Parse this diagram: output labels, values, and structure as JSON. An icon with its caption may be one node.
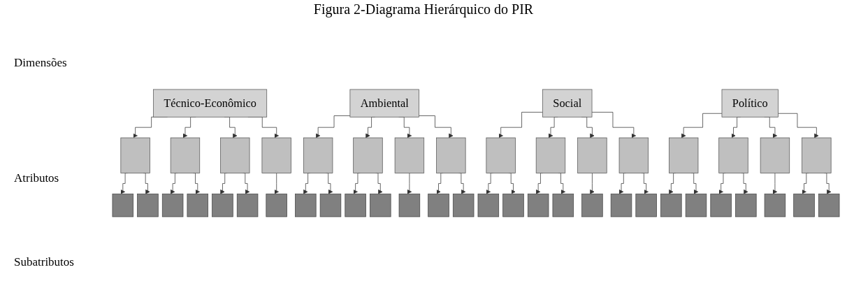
{
  "diagram": {
    "title": "Figura 2-Diagrama Hierárquico do PIR",
    "nodes": [
      {
        "text": [
          "Técnico-Econômico"
        ]
      },
      {
        "text": [
          "Ambiental"
        ]
      },
      {
        "text": [
          "Social"
        ]
      },
      {
        "text": [
          "Político"
        ]
      },
      {
        "text": [],
        "shape": "box"
      },
      {
        "text": [],
        "shape": "box"
      },
      {
        "text": [],
        "shape": "box"
      },
      {
        "text": [],
        "shape": "box"
      },
      {
        "text": [],
        "shape": "box"
      },
      {
        "text": [],
        "shape": "box"
      },
      {
        "text": [],
        "shape": "box"
      },
      {
        "text": [],
        "shape": "box"
      },
      {
        "text": [],
        "shape": "box"
      },
      {
        "text": [],
        "shape": "box"
      },
      {
        "text": [],
        "shape": "box"
      },
      {
        "text": [],
        "shape": "box"
      },
      {
        "text": [],
        "shape": "box"
      },
      {
        "text": [],
        "shape": "box"
      },
      {
        "text": [],
        "shape": "box"
      },
      {
        "text": [],
        "shape": "box"
      },
      {
        "text": [],
        "shape": "box"
      },
      {
        "text": [],
        "shape": "box"
      },
      {
        "text": [],
        "shape": "box"
      },
      {
        "text": [],
        "shape": "box"
      },
      {
        "text": [],
        "shape": "box"
      },
      {
        "text": [],
        "shape": "box"
      },
      {
        "text": [],
        "shape": "box"
      },
      {
        "text": [],
        "shape": "box"
      },
      {
        "text": [],
        "shape": "box"
      },
      {
        "text": [],
        "shape": "box"
      },
      {
        "text": [],
        "shape": "box"
      },
      {
        "text": [],
        "shape": "box"
      },
      {
        "text": [],
        "shape": "box"
      },
      {
        "text": [],
        "shape": "box"
      },
      {
        "text": [],
        "shape": "box"
      },
      {
        "text": [],
        "shape": "box"
      },
      {
        "text": [],
        "shape": "box"
      },
      {
        "text": [],
        "shape": "box"
      },
      {
        "text": [],
        "shape": "box"
      },
      {
        "text": [],
        "shape": "box"
      },
      {
        "text": [],
        "shape": "box"
      },
      {
        "text": [],
        "shape": "box"
      },
      {
        "text": [],
        "shape": "box"
      },
      {
        "text": [],
        "shape": "box"
      },
      {
        "text": [],
        "shape": "box"
      },
      {
        "text": [],
        "shape": "box"
      },
      {
        "text": [],
        "shape": "box"
      },
      {
        "text": [],
        "shape": "box"
      }
    ],
    "edges": [
      {
        "from": 0,
        "to": 4,
        "arrow": "to"
      },
      {
        "from": 0,
        "to": 5,
        "arrow": "to"
      },
      {
        "from": 0,
        "to": 6,
        "arrow": "to"
      },
      {
        "from": 0,
        "to": 7,
        "arrow": "to"
      },
      {
        "from": 1,
        "to": 8,
        "arrow": "to"
      },
      {
        "from": 1,
        "to": 9,
        "arrow": "to"
      },
      {
        "from": 1,
        "to": 10,
        "arrow": "to"
      },
      {
        "from": 1,
        "to": 11,
        "arrow": "to"
      },
      {
        "from": 2,
        "to": 12,
        "arrow": "to"
      },
      {
        "from": 2,
        "to": 13,
        "arrow": "to"
      },
      {
        "from": 2,
        "to": 14,
        "arrow": "to"
      },
      {
        "from": 2,
        "to": 15,
        "arrow": "to"
      },
      {
        "from": 3,
        "to": 16,
        "arrow": "to"
      },
      {
        "from": 3,
        "to": 17,
        "arrow": "to"
      },
      {
        "from": 3,
        "to": 18,
        "arrow": "to"
      },
      {
        "from": 3,
        "to": 19,
        "arrow": "to"
      },
      {
        "from": 4,
        "to": 20,
        "arrow": "to"
      },
      {
        "from": 4,
        "to": 21,
        "arrow": "to"
      },
      {
        "from": 5,
        "to": 22,
        "arrow": "to"
      },
      {
        "from": 5,
        "to": 23,
        "arrow": "to"
      },
      {
        "from": 6,
        "to": 24,
        "arrow": "to"
      },
      {
        "from": 6,
        "to": 25,
        "arrow": "to"
      },
      {
        "from": 7,
        "to": 26,
        "arrow": "to"
      },
      {
        "from": 8,
        "to": 27,
        "arrow": "to"
      },
      {
        "from": 8,
        "to": 28,
        "arrow": "to"
      },
      {
        "from": 9,
        "to": 29,
        "arrow": "to"
      },
      {
        "from": 9,
        "to": 30,
        "arrow": "to"
      },
      {
        "from": 10,
        "to": 31,
        "arrow": "to"
      },
      {
        "from": 11,
        "to": 32,
        "arrow": "to"
      },
      {
        "from": 11,
        "to": 33,
        "arrow": "to"
      },
      {
        "from": 12,
        "to": 34,
        "arrow": "to"
      },
      {
        "from": 12,
        "to": 35,
        "arrow": "to"
      },
      {
        "from": 13,
        "to": 36,
        "arrow": "to"
      },
      {
        "from": 13,
        "to": 37,
        "arrow": "to"
      },
      {
        "from": 14,
        "to": 38,
        "arrow": "to"
      },
      {
        "from": 15,
        "to": 39,
        "arrow": "to"
      },
      {
        "from": 15,
        "to": 40,
        "arrow": "to"
      },
      {
        "from": 16,
        "to": 41,
        "arrow": "to"
      },
      {
        "from": 16,
        "to": 42,
        "arrow": "to"
      },
      {
        "from": 17,
        "to": 43,
        "arrow": "to"
      },
      {
        "from": 17,
        "to": 44,
        "arrow": "to"
      },
      {
        "from": 18,
        "to": 45,
        "arrow": "to"
      },
      {
        "from": 19,
        "to": 46,
        "arrow": "to"
      },
      {
        "from": 19,
        "to": 47,
        "arrow": "to"
      }
    ],
    "labels": [
      "Dimensões",
      "Atributos",
      "Subatributos"
    ]
  }
}
